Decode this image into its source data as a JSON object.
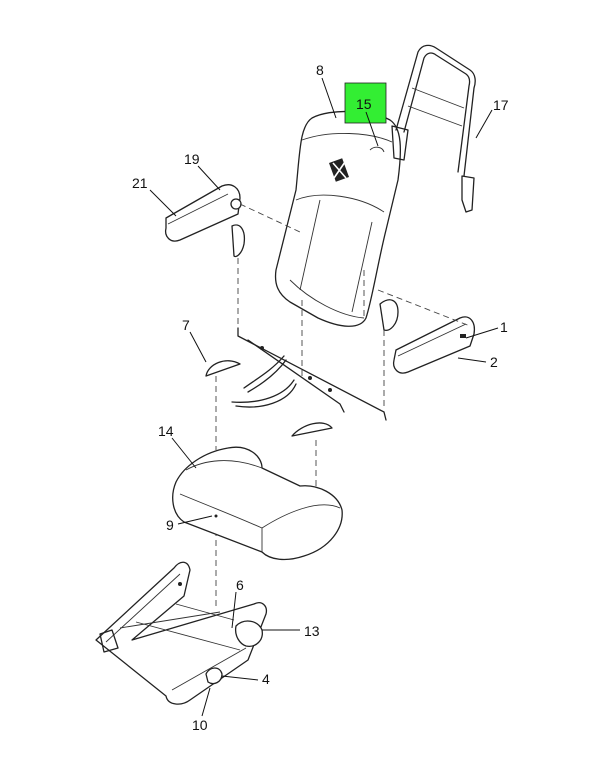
{
  "callouts": {
    "c1": "1",
    "c2": "2",
    "c4": "4",
    "c6": "6",
    "c7": "7",
    "c8": "8",
    "c9": "9",
    "c10": "10",
    "c13": "13",
    "c14": "14",
    "c15": "15",
    "c17": "17",
    "c19": "19",
    "c21": "21"
  },
  "highlight": {
    "label": "15",
    "color": "#33ee33"
  },
  "colors": {
    "line": "#222222",
    "background": "#ffffff"
  }
}
